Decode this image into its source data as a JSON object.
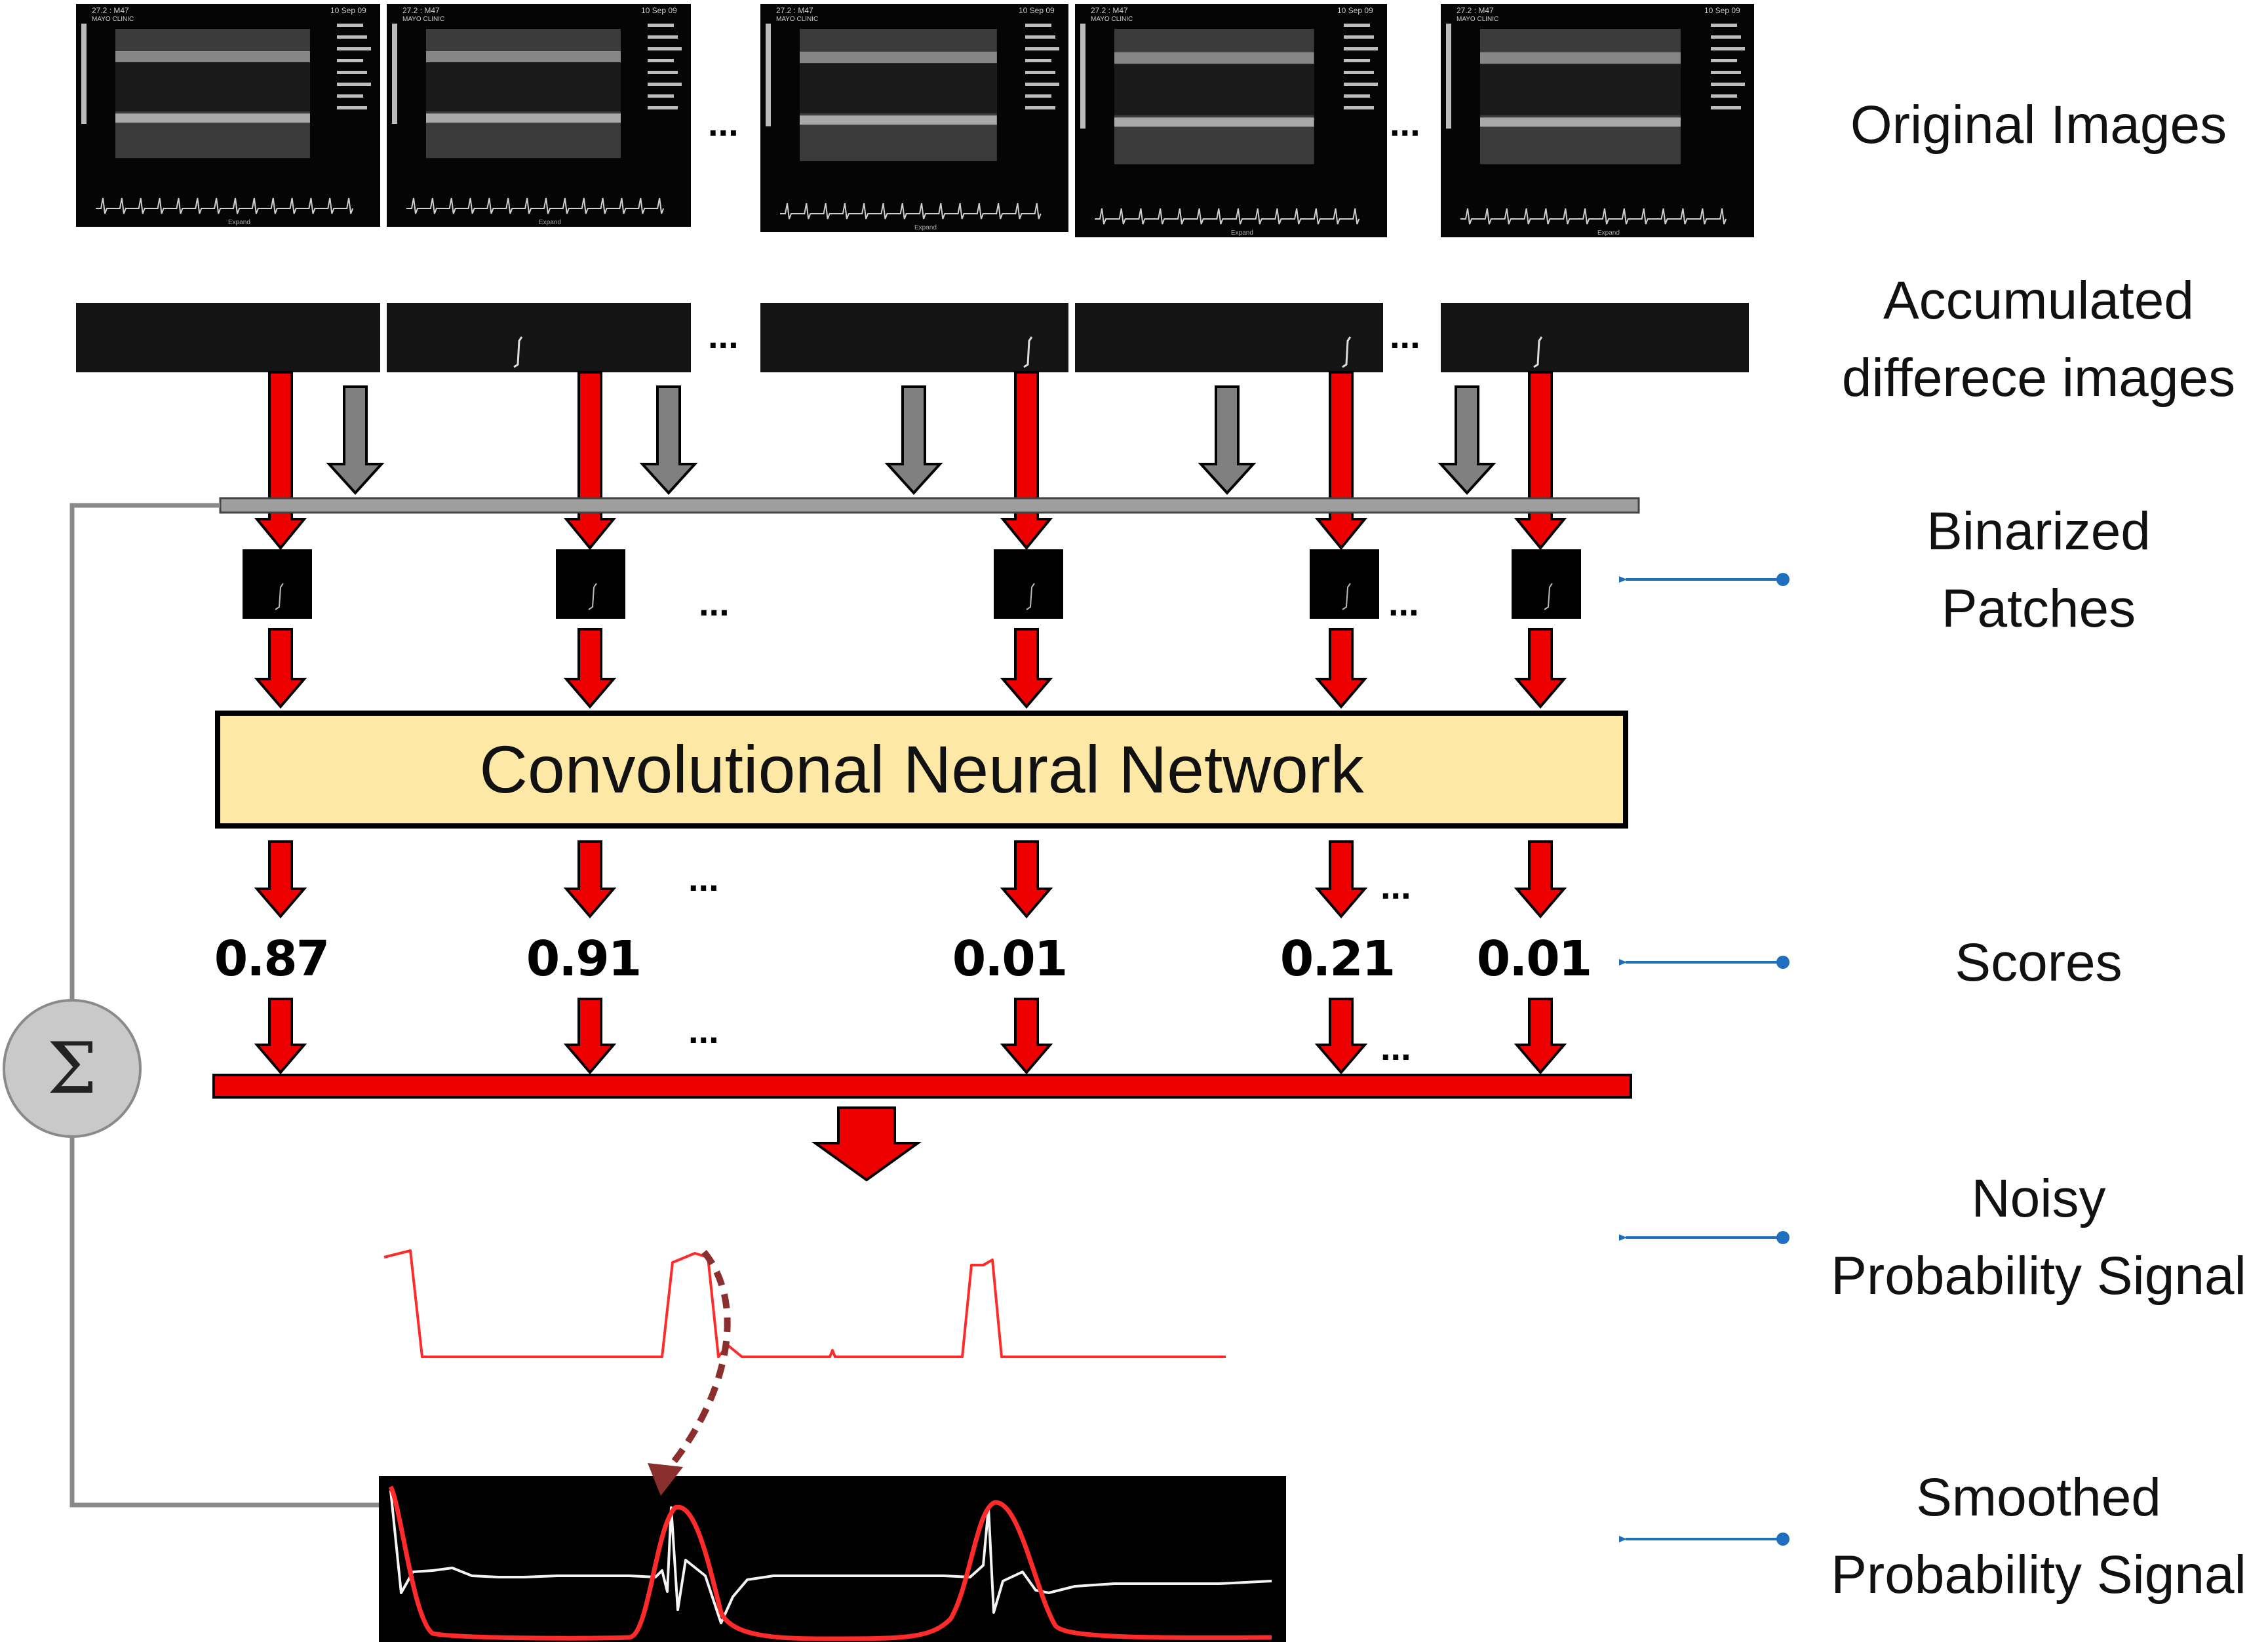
{
  "labels": {
    "original": "Original Images",
    "accumulated_1": "Accumulated",
    "accumulated_2": "differece images",
    "binarized_1": "Binarized",
    "binarized_2": "Patches",
    "scores": "Scores",
    "noisy_1": "Noisy",
    "noisy_2": "Probability Signal",
    "smoothed_1": "Smoothed",
    "smoothed_2": "Probability Signal"
  },
  "cnn_label": "Convolutional Neural Network",
  "sigma_symbol": "Σ",
  "ellipsis": "...",
  "scores": [
    "0.87",
    "0.91",
    "0.01",
    "0.21",
    "0.01"
  ],
  "frame_text": {
    "date": "10 Sep 09",
    "clinic": "MAYO CLINIC",
    "probe": "27.2 : M47",
    "footer": "Expand"
  },
  "colors": {
    "arrow_red": "#ee0000",
    "arrow_gray": "#808080",
    "cnn_fill": "#fde8a6",
    "pointer_blue": "#1f6fbf",
    "dashed_arrow": "#8b2e2e",
    "signal_red": "#ff2a2a"
  }
}
